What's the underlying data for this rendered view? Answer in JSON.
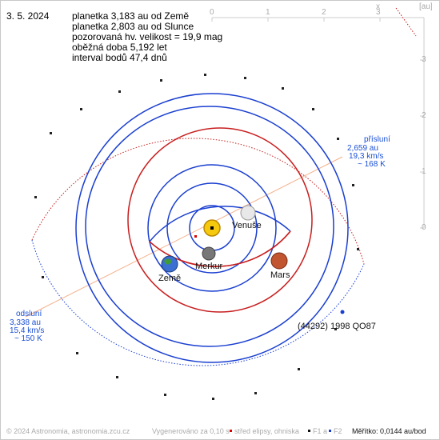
{
  "date": "3. 5. 2024",
  "info": {
    "line1": "planetka 3,183 au od Země",
    "line2": "planetka 2,803 au od Slunce",
    "line3": "pozorovaná hv. velikost = 19,9 mag",
    "line4": "oběžná doba 5,192 let",
    "line5": "interval bodů 47,4 dnů"
  },
  "perihelion": {
    "title": "přísluní",
    "dist": "2,659 au",
    "speed": "19,3 km/s",
    "temp": "~ 168 K"
  },
  "aphelion": {
    "title": "odsluní",
    "dist": "3,338 au",
    "speed": "15,4 km/s",
    "temp": "~ 150 K"
  },
  "planets": {
    "venus": "Venuše",
    "mercury": "Merkur",
    "mars": "Mars",
    "earth": "Země"
  },
  "asteroid_name": "(44292) 1998 QO87",
  "axis": {
    "x_ticks": [
      "0",
      "1",
      "2",
      "3"
    ],
    "y_ticks": [
      "3",
      "2",
      "1",
      "0"
    ],
    "x_label": "x",
    "unit": "[au]"
  },
  "footer": {
    "copyright": "© 2024 Astronomia, astronomia.zcu.cz",
    "generated": "Vygenerováno za 0,10 s",
    "legend_center": "střed elipsy, ohniska",
    "legend_f1": "F1 a",
    "legend_f2": "F2",
    "scale": "Měřítko: 0,0144 au/bod"
  },
  "colors": {
    "orbit_blue": "#1a3fd0",
    "orbit_red": "#c81e1e",
    "apsis_line": "#f5b08a",
    "axis_gray": "#cccccc"
  }
}
